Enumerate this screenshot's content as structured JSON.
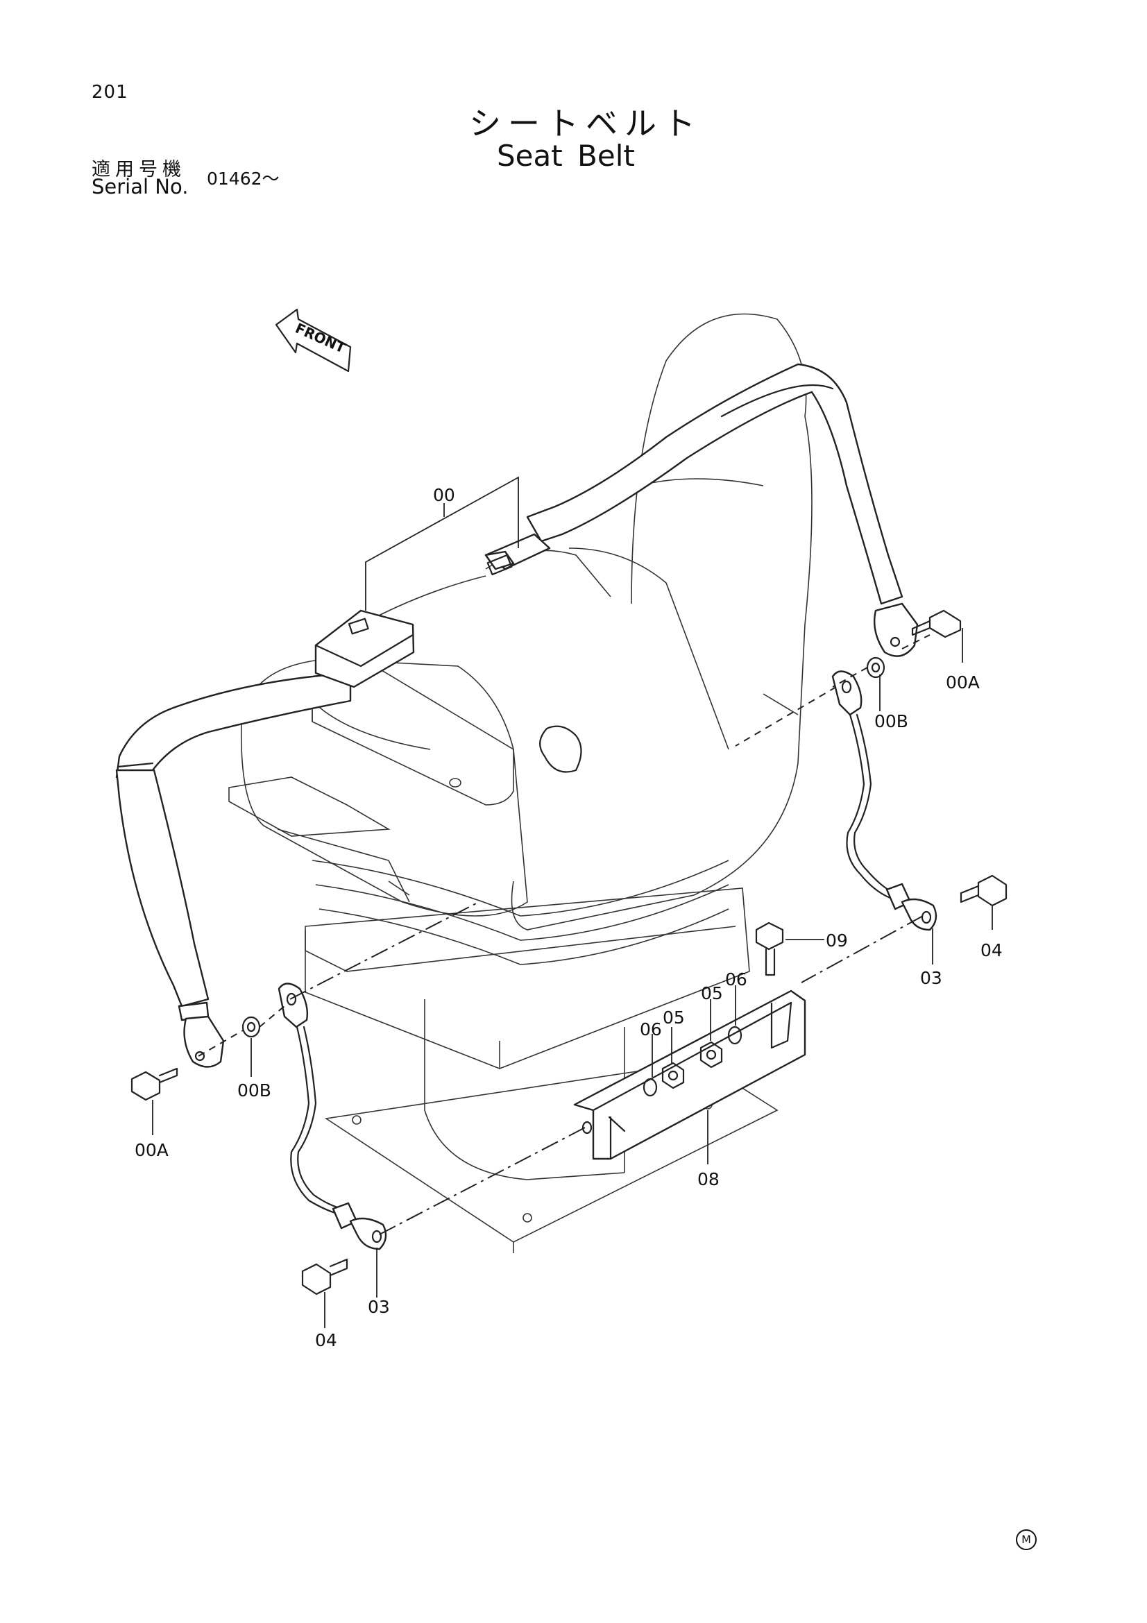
{
  "header": {
    "page_number": "201",
    "title_jp": "シートベルト",
    "title_en": "Seat Belt",
    "serial_label_jp": "適用号機",
    "serial_label_en": "Serial No.",
    "serial_value": "01462～"
  },
  "front_arrow": {
    "label": "FRONT"
  },
  "callouts": {
    "c00": "00",
    "c00A_right": "00A",
    "c00B_right": "00B",
    "c04_right": "04",
    "c03_right": "03",
    "c09": "09",
    "c05_a": "05",
    "c06_a": "06",
    "c05_b": "05",
    "c06_b": "06",
    "c08": "08",
    "c00A_left": "00A",
    "c00B_left": "00B",
    "c03_left": "03",
    "c04_left": "04"
  },
  "footer_mark": "M"
}
